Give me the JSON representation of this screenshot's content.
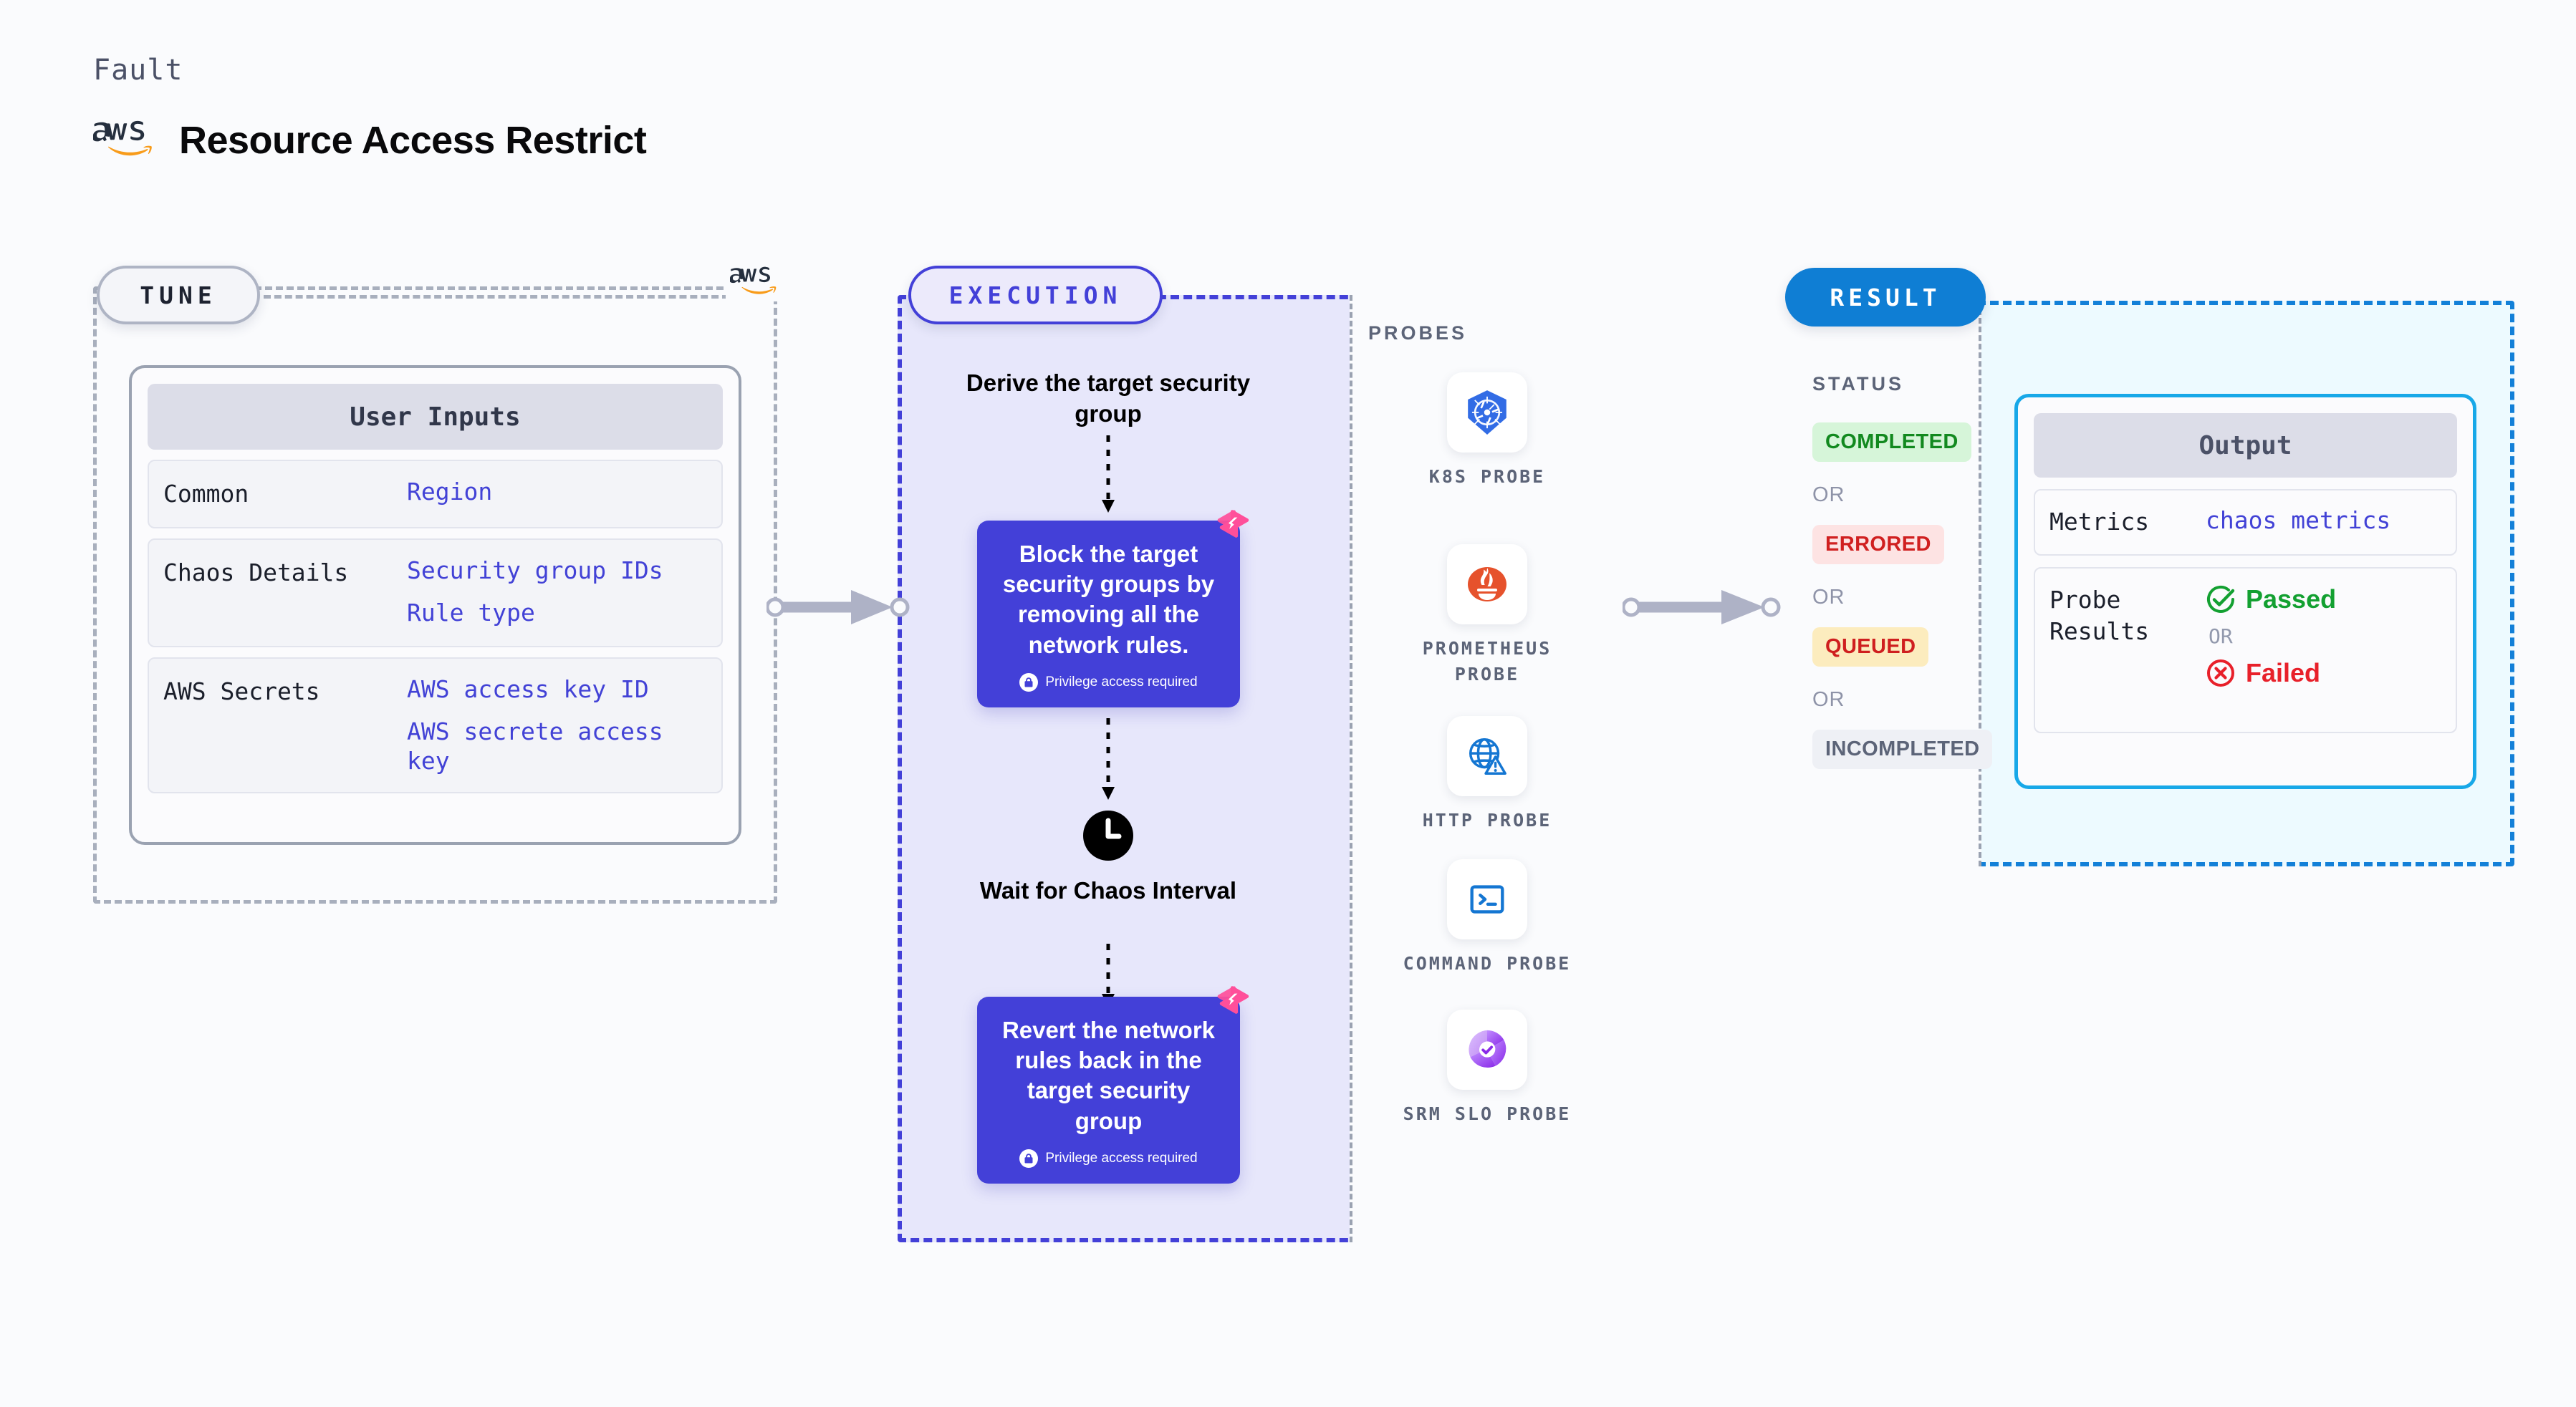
{
  "header": {
    "fault_label": "Fault",
    "title": "Resource Access Restrict",
    "logo": "aws-logo"
  },
  "tune": {
    "badge": "TUNE",
    "card_title": "User Inputs",
    "rows": [
      {
        "key": "Common",
        "values": [
          "Region"
        ]
      },
      {
        "key": "Chaos Details",
        "values": [
          "Security group IDs",
          "Rule type"
        ]
      },
      {
        "key": "AWS Secrets",
        "values": [
          "AWS access key ID",
          "AWS secrete access key"
        ]
      }
    ]
  },
  "execution": {
    "badge": "EXECUTION",
    "steps": {
      "derive_title": "Derive the target security group",
      "block_box": {
        "text": "Block the target security groups by removing all the network rules.",
        "privilege": "Privilege access required"
      },
      "wait_title": "Wait for Chaos Interval",
      "revert_box": {
        "text": "Revert the network rules back in the target security group",
        "privilege": "Privilege access required"
      }
    },
    "probes_label": "PROBES",
    "probes": [
      {
        "name": "K8S PROBE",
        "icon": "kubernetes-icon"
      },
      {
        "name": "PROMETHEUS PROBE",
        "icon": "prometheus-icon"
      },
      {
        "name": "HTTP PROBE",
        "icon": "http-globe-warning-icon"
      },
      {
        "name": "COMMAND PROBE",
        "icon": "terminal-icon"
      },
      {
        "name": "SRM SLO PROBE",
        "icon": "srm-slo-icon"
      }
    ]
  },
  "result": {
    "badge": "RESULT",
    "status_label": "STATUS",
    "or": "OR",
    "statuses": [
      {
        "label": "COMPLETED",
        "bg": "#d6f5d9",
        "fg": "#12891f"
      },
      {
        "label": "ERRORED",
        "bg": "#fde3e3",
        "fg": "#d02020"
      },
      {
        "label": "QUEUED",
        "bg": "#fcecbe",
        "fg": "#cf1f1f"
      },
      {
        "label": "INCOMPLETED",
        "bg": "#eef0f5",
        "fg": "#5c6478"
      }
    ],
    "output": {
      "title": "Output",
      "metrics_key": "Metrics",
      "metrics_value": "chaos metrics",
      "probe_results_key": "Probe Results",
      "passed": "Passed",
      "failed": "Failed",
      "or": "OR"
    }
  },
  "colors": {
    "brand_purple": "#4340d8",
    "brand_blue": "#0f7ed4",
    "output_border": "#17a8e8",
    "harness_pink": "#ff4f9a",
    "aws_orange": "#f89c1b",
    "panel_bg": "#fafbfd"
  }
}
